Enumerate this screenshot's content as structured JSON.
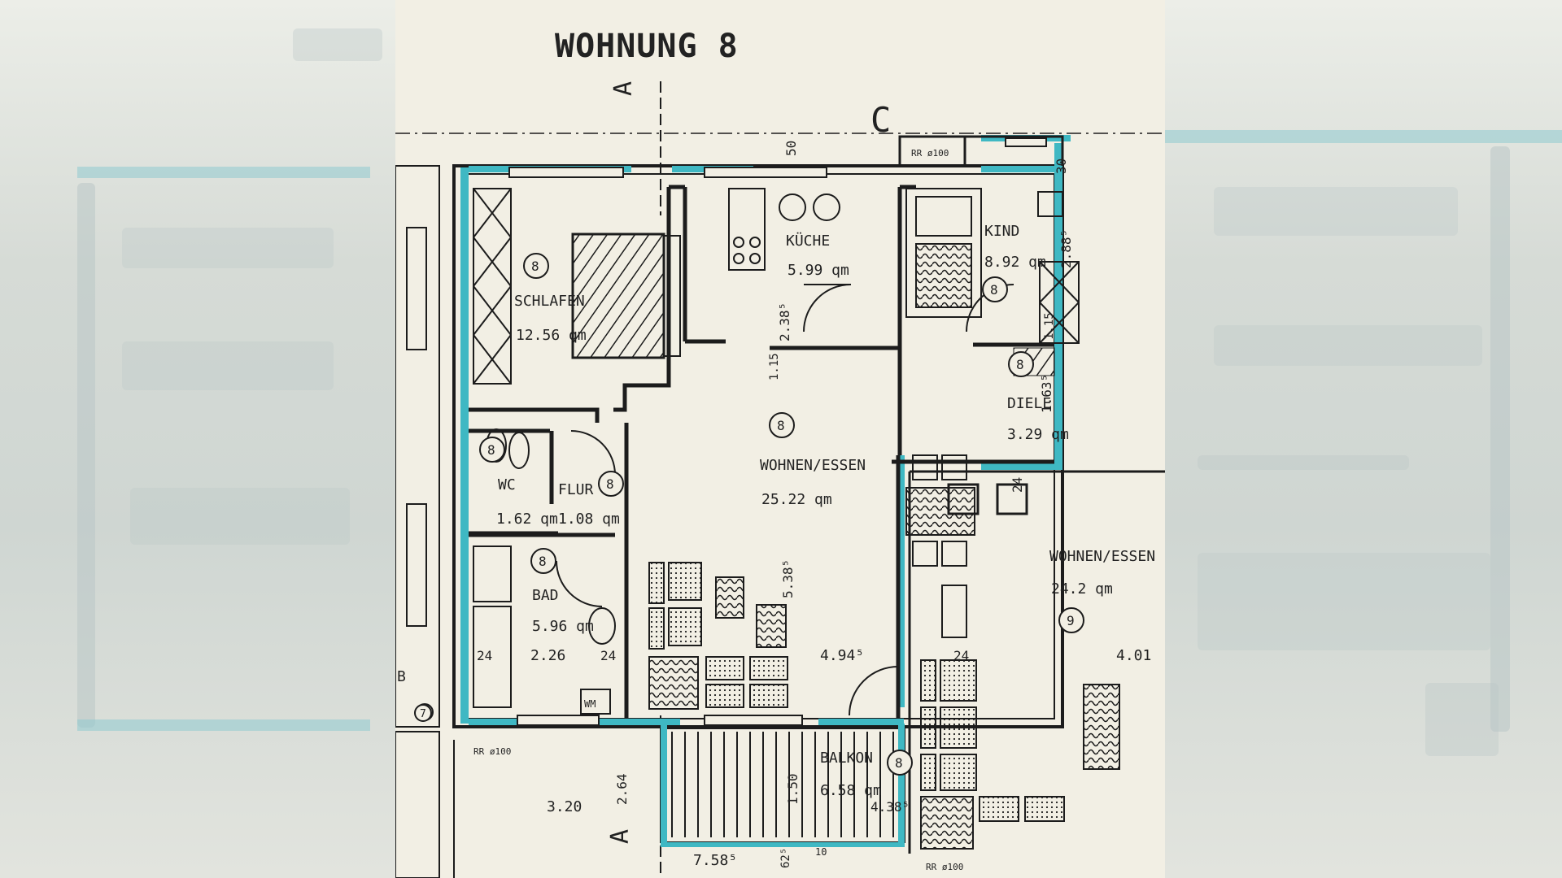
{
  "title": "WOHNUNG 8",
  "section_marks": {
    "a_top": "A",
    "a_bottom": "A",
    "c": "C"
  },
  "colors": {
    "paper": "#f2efe4",
    "ink": "#1c1c1c",
    "accent_teal": "#3fb8c3"
  },
  "rooms": [
    {
      "id": "schlafen",
      "name": "SCHLAFEN",
      "area": "12.56 qm",
      "unit": "8"
    },
    {
      "id": "kueche",
      "name": "KÜCHE",
      "area": "5.99 qm"
    },
    {
      "id": "kind",
      "name": "KIND",
      "area": "8.92 qm",
      "unit": "8"
    },
    {
      "id": "diele",
      "name": "DIELE",
      "area": "3.29 qm",
      "unit": "8"
    },
    {
      "id": "wc",
      "name": "WC",
      "area": "1.62 qm",
      "unit": "8"
    },
    {
      "id": "flur",
      "name": "FLUR",
      "area": "1.08 qm",
      "unit": "8"
    },
    {
      "id": "wohnen",
      "name": "WOHNEN/ESSEN",
      "area": "25.22 qm",
      "unit": "8"
    },
    {
      "id": "bad",
      "name": "BAD",
      "area": "5.96 qm",
      "unit": "8"
    },
    {
      "id": "balkon",
      "name": "BALKON",
      "area": "6.58 qm",
      "unit": "8"
    },
    {
      "id": "wohnen9",
      "name": "WOHNEN/ESSEN",
      "area": "24.2 qm",
      "unit": "9"
    }
  ],
  "dimensions": {
    "d50": "50",
    "d30": "30",
    "d288": "2.88⁵",
    "d238": "2.38⁵",
    "d115": "1.15",
    "d115b": "1.15",
    "d163": "1.63⁵",
    "d538": "5.38⁵",
    "d494": "4.94⁵",
    "d226": "2.26",
    "d24a": "24",
    "d24b": "24",
    "d24c": "24",
    "d24d": "24",
    "d401": "4.01",
    "d264": "2.64",
    "d320": "3.20",
    "d150": "1.50",
    "d438": "4.38⁵",
    "d758": "7.58⁵",
    "d62": "62⁵",
    "d100a": "RR ø100",
    "d100b": "RR ø100",
    "d100c": "RR ø100",
    "d10": "10",
    "d7": "7",
    "d_unit_left": "B",
    "wm": "WM"
  }
}
